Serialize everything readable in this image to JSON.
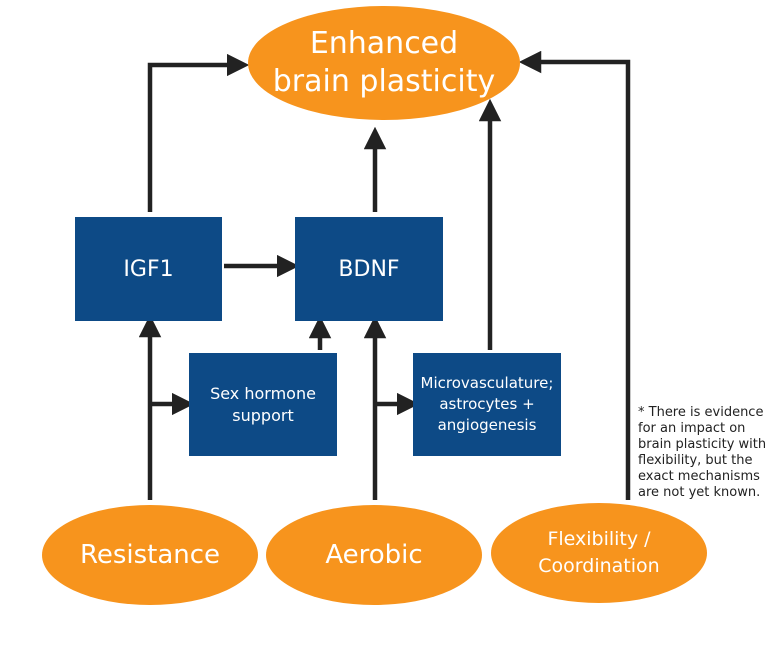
{
  "nodes": {
    "plasticity": {
      "line1": "Enhanced",
      "line2": "brain plasticity"
    },
    "igf1": "IGF1",
    "bdnf": "BDNF",
    "sex_hormone": {
      "line1": "Sex hormone",
      "line2": "support"
    },
    "micro": {
      "line1": "Microvasculature;",
      "line2": "astrocytes +",
      "line3": "angiogenesis"
    },
    "resistance": "Resistance",
    "aerobic": "Aerobic",
    "flexibility": {
      "line1": "Flexibility /",
      "line2": "Coordination"
    }
  },
  "note": {
    "lines": [
      "* There is evidence",
      "for an impact on",
      "brain plasticity with",
      "flexibility, but the",
      "exact mechanisms",
      "are not yet known."
    ]
  },
  "colors": {
    "orange": "#f7941d",
    "blue": "#0d4a86",
    "arrow": "#222222"
  }
}
